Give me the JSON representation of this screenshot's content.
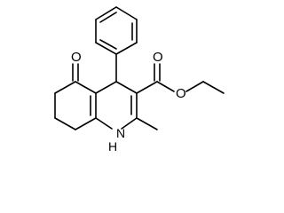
{
  "diagram": {
    "type": "chemical-structure",
    "atoms": [
      {
        "id": "o-ketone",
        "label": "O"
      },
      {
        "id": "o-ester-carbonyl",
        "label": "O"
      },
      {
        "id": "o-ester-ether",
        "label": "O"
      },
      {
        "id": "n-ring",
        "label": "H\nN",
        "display": "HN"
      },
      {
        "id": "n-h-hydrogen",
        "label": "H"
      },
      {
        "id": "n-nitrogen",
        "label": "N"
      }
    ]
  }
}
